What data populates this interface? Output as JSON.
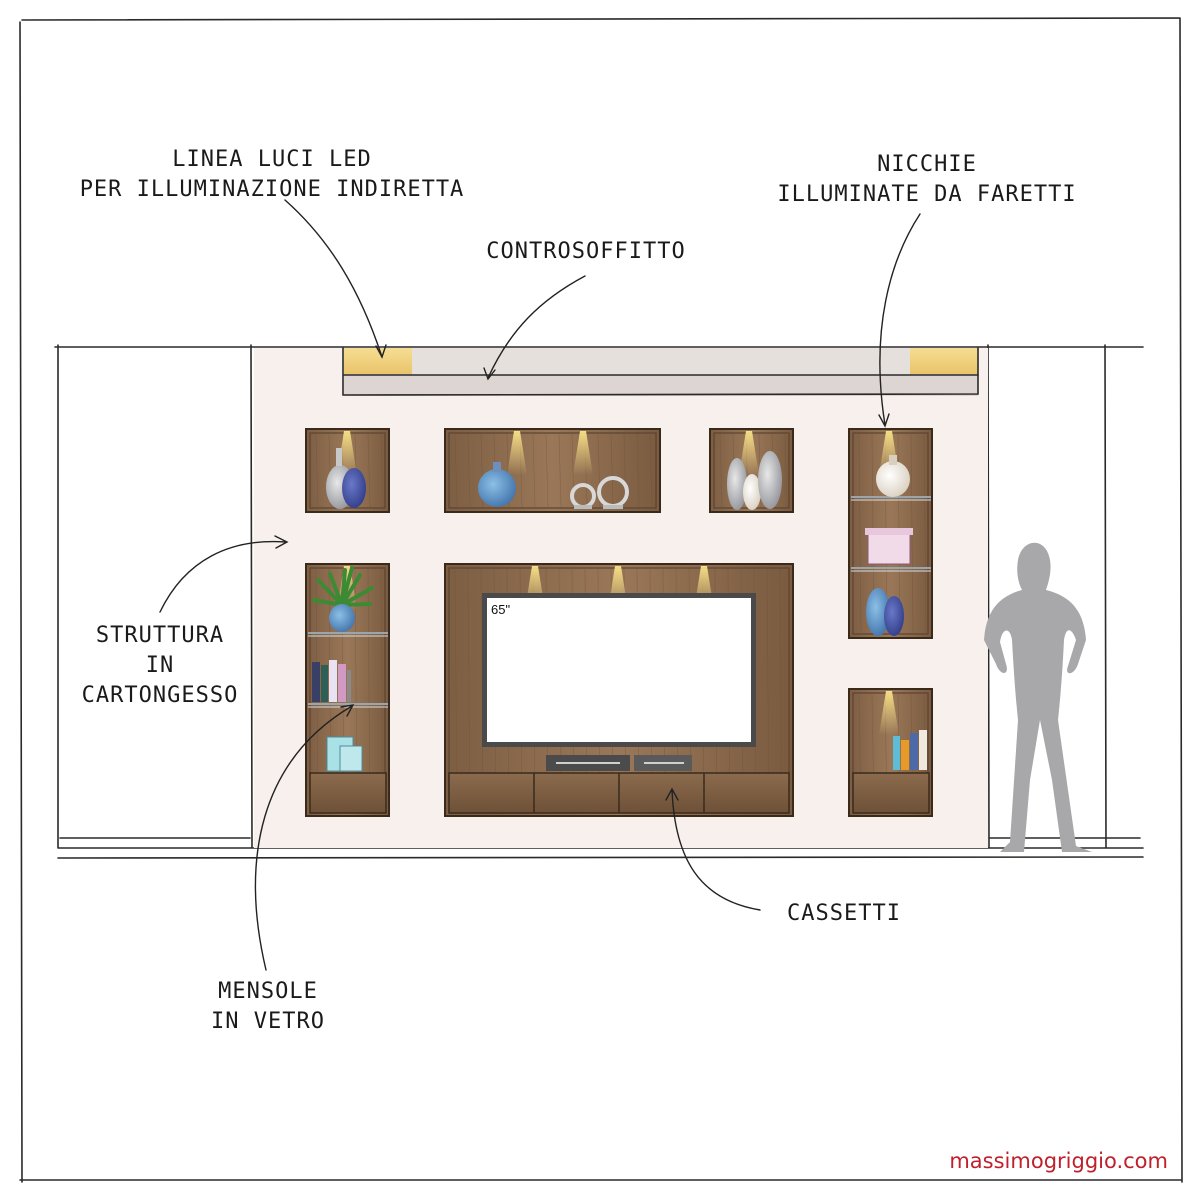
{
  "labels": {
    "led_line_1": "LINEA LUCI LED",
    "led_line_2": "PER ILLUMINAZIONE INDIRETTA",
    "controsoffitto": "CONTROSOFFITTO",
    "nicchie_1": "NICCHIE",
    "nicchie_2": "ILLUMINATE DA FARETTI",
    "struttura_1": "STRUTTURA",
    "struttura_2": "IN",
    "struttura_3": "CARTONGESSO",
    "cassetti": "CASSETTI",
    "mensole_1": "MENSOLE",
    "mensole_2": "IN VETRO"
  },
  "tv_size": "65\"",
  "watermark": "massimogriggio.com",
  "colors": {
    "wall": "#f7f0ec",
    "wood": "#8b6a4d",
    "wood_dark": "#5c4330",
    "ceiling": "#dcd5d1",
    "led_glow": "#f3d27a",
    "spot": "#f1dc86",
    "silhouette": "#a8a8aa",
    "watermark": "#c0202b"
  }
}
